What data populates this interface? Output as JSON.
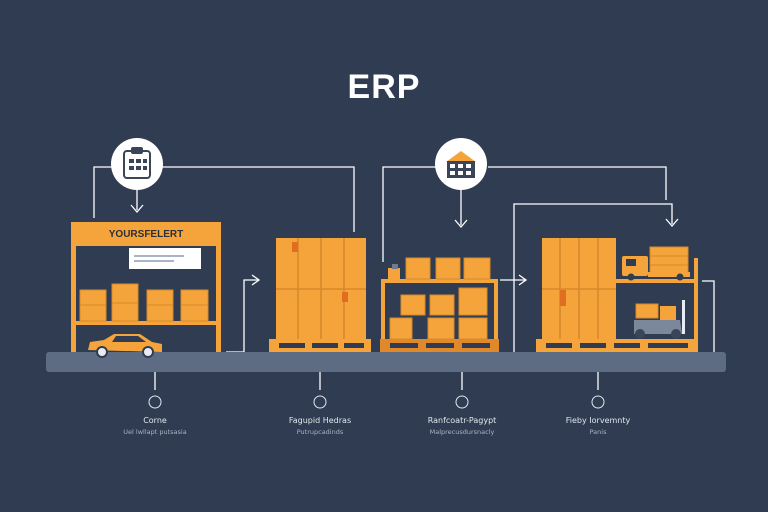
{
  "header": {
    "title": "ERP"
  },
  "store": {
    "sign": "YOURSFELERT"
  },
  "steps": [
    {
      "title": "Corne",
      "subtitle": "Uel lwllapt putsasia"
    },
    {
      "title": "Fagupid Hedras",
      "subtitle": "Putrupcadinds"
    },
    {
      "title": "Ranfcoatr-Pagypt",
      "subtitle": "Malprecusdursnacly"
    },
    {
      "title": "Fieby Iorvemnty",
      "subtitle": "Panis"
    }
  ],
  "icons": [
    "clipboard-icon",
    "warehouse-icon",
    "info-icon"
  ],
  "colors": {
    "background": "#2f3c51",
    "accent": "#f4a43a",
    "accent_dark": "#e0892a",
    "line": "#ffffff",
    "platform": "#5d6b83"
  }
}
